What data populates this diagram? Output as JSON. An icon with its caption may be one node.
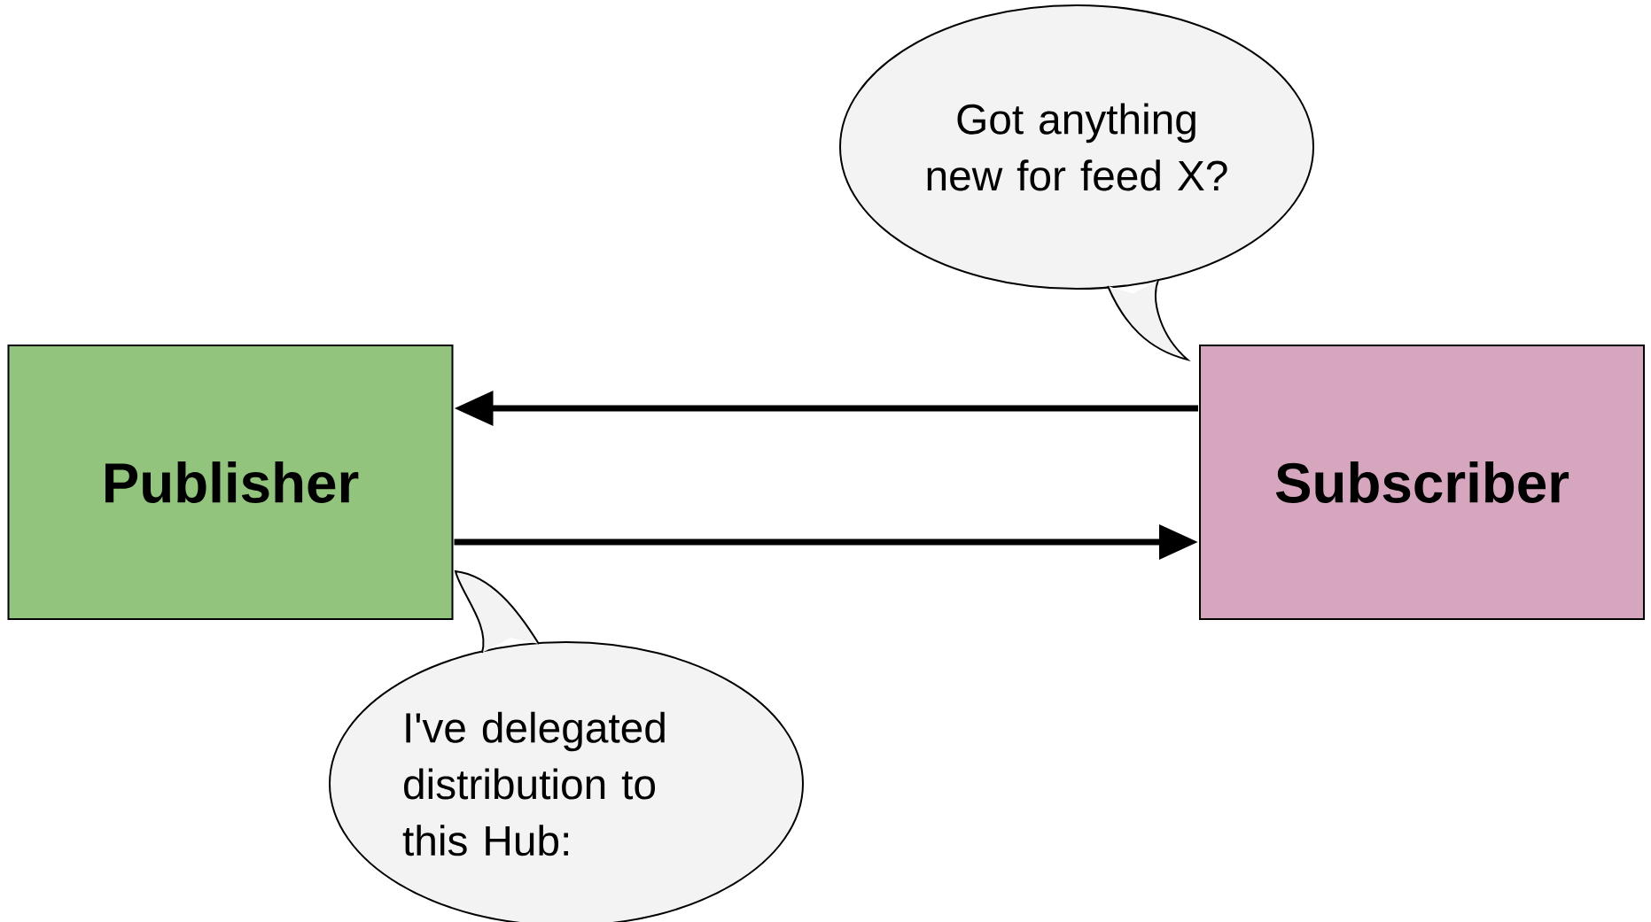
{
  "diagram": {
    "nodes": [
      {
        "text": [
          "Got anything new for feed X?"
        ]
      },
      {
        "text": [
          "Publisher"
        ]
      },
      {
        "text": [
          "Subscriber"
        ]
      },
      {
        "text": [
          "I've delegated distribution to this Hub:"
        ]
      }
    ],
    "edges": [
      {
        "from": 2,
        "to": 1,
        "arrow": "to"
      },
      {
        "from": 1,
        "to": 2,
        "arrow": "to"
      }
    ]
  }
}
